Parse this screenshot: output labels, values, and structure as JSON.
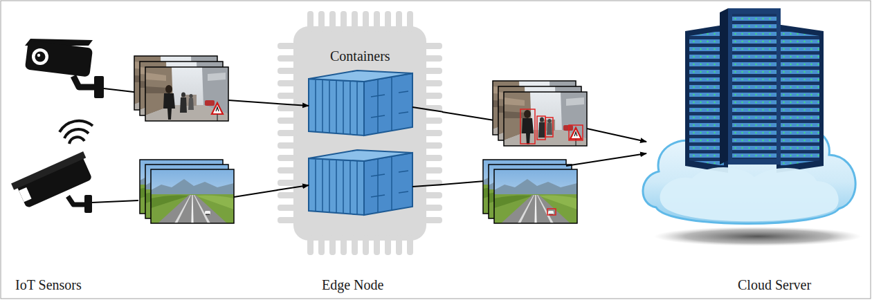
{
  "diagram": {
    "nodes": [
      {
        "text": [
          "Containers"
        ]
      }
    ],
    "labels": [
      "IoT Sensors",
      "Edge Node",
      "Cloud Server"
    ]
  }
}
